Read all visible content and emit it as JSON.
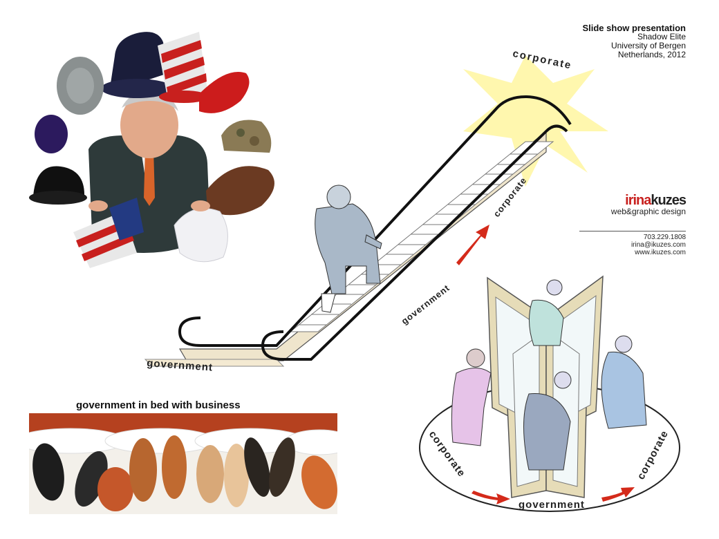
{
  "credits": {
    "line1": "Slide show presentation",
    "line2": "Shadow Elite",
    "line3": "University of Bergen",
    "line4": "Netherlands, 2012"
  },
  "logo": {
    "brand_part1": "irina",
    "brand_part2": "kuzes",
    "tagline": "web&graphic design"
  },
  "contact": {
    "phone": "703.229.1808",
    "email": "irina@ikuzes.com",
    "website": "www.ikuzes.com"
  },
  "escalator": {
    "top_label": "corporate",
    "mid_label": "corporate",
    "side_label": "government",
    "bottom_label": "government"
  },
  "revolving_door": {
    "left_label": "corporate",
    "center_label": "government",
    "right_label": "corporate"
  },
  "bed": {
    "title": "government in bed with business"
  },
  "colors": {
    "brand_red": "#c8201e",
    "arrow_red": "#d42a1a",
    "headboard": "#b5411f",
    "glow": "#fff6a0"
  }
}
